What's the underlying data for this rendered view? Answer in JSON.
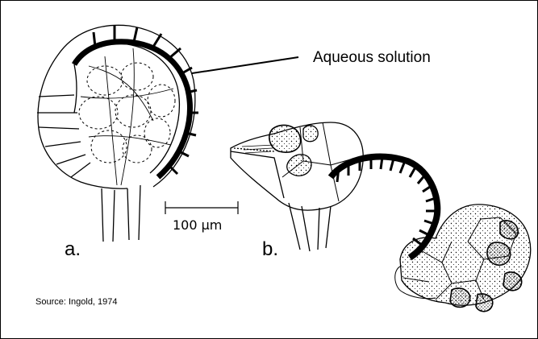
{
  "annotation": {
    "callout_text": "Aqueous solution"
  },
  "panels": {
    "label_a": "a.",
    "label_b": "b."
  },
  "scale_bar": {
    "text": "100 µm"
  },
  "source": {
    "text": "Source: Ingold, 1974"
  },
  "colors": {
    "ink": "#000000",
    "background": "#ffffff"
  }
}
